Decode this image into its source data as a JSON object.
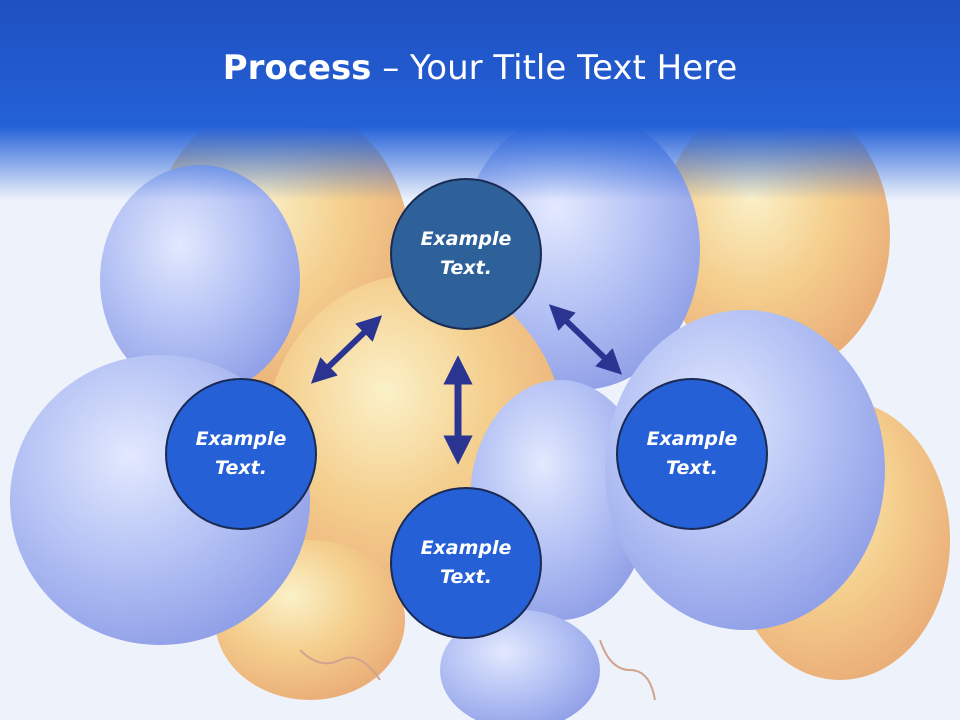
{
  "slide": {
    "title_bold": "Process",
    "title_rest": " – Your Title Text Here"
  },
  "diagram": {
    "nodes": [
      {
        "id": "top",
        "line1": "Example",
        "line2": "Text.",
        "fill": "#2e6099"
      },
      {
        "id": "left",
        "line1": "Example",
        "line2": "Text.",
        "fill": "#2660d6"
      },
      {
        "id": "bottom",
        "line1": "Example",
        "line2": "Text.",
        "fill": "#2660d6"
      },
      {
        "id": "right",
        "line1": "Example",
        "line2": "Text.",
        "fill": "#2660d6"
      }
    ],
    "arrow_color": "#2b3591"
  }
}
